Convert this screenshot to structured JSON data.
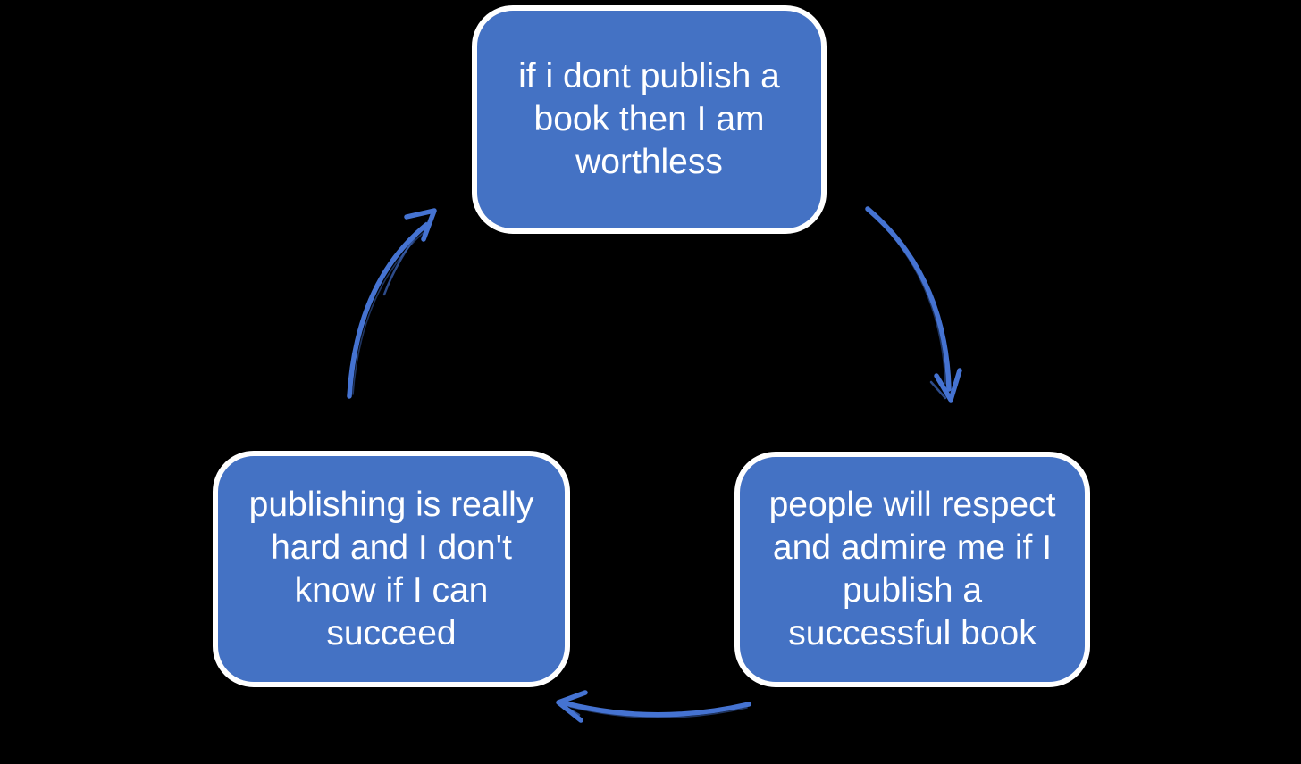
{
  "style": {
    "background": "#000000",
    "node_fill": "#4472C4",
    "node_border": "#FFFFFF",
    "node_text": "#FFFFFF",
    "arrow_color": "#4573D2"
  },
  "diagram_type": "cycle",
  "nodes": {
    "top": {
      "id": "top",
      "text": "if i dont publish a book then I am worthless",
      "lines": [
        "if i dont publish a",
        "book then I am",
        "worthless"
      ]
    },
    "right": {
      "id": "right",
      "text": "people will respect and admire me if I publish a successful book",
      "lines": [
        "people will respect",
        "and admire me if I",
        "publish a",
        "successful book"
      ]
    },
    "left": {
      "id": "left",
      "text": "publishing is really hard and I don't know if I can succeed",
      "lines": [
        "publishing is really",
        "hard and I don't",
        "know if I can",
        "succeed"
      ]
    }
  },
  "arrows": [
    {
      "name": "arrow-top-to-right",
      "from": "top",
      "to": "right"
    },
    {
      "name": "arrow-right-to-left",
      "from": "right",
      "to": "left"
    },
    {
      "name": "arrow-left-to-top",
      "from": "left",
      "to": "top"
    }
  ]
}
